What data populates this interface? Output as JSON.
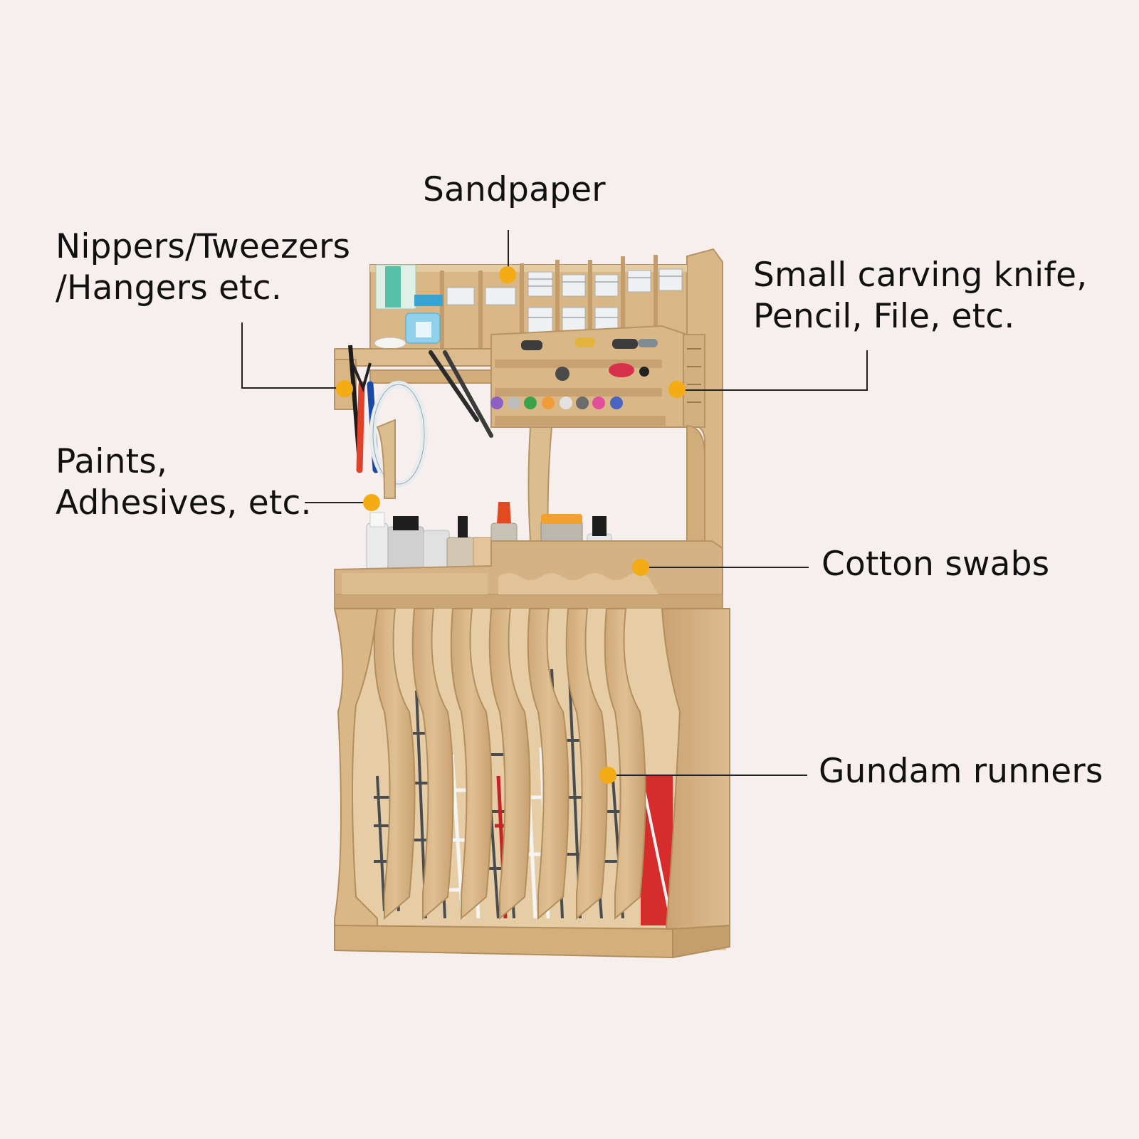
{
  "callouts": {
    "sandpaper": {
      "line1": "Sandpaper"
    },
    "nippers": {
      "line1": "Nippers/Tweezers",
      "line2": "/Hangers etc."
    },
    "carving": {
      "line1": "Small carving knife,",
      "line2": "Pencil, File, etc."
    },
    "paints": {
      "line1": "Paints,",
      "line2": "Adhesives, etc."
    },
    "cotton": {
      "line1": "Cotton swabs"
    },
    "gundam": {
      "line1": "Gundam runners"
    }
  },
  "colors": {
    "background": "#f7efed",
    "wood": "#d8b78a",
    "wood_dark": "#b89464",
    "wood_light": "#e8cfa8",
    "marker_dot": "#f4ac14",
    "leader_line": "#222222",
    "text": "#111111"
  }
}
